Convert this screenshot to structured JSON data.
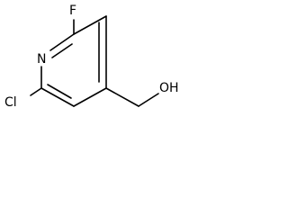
{
  "molecule": {
    "atoms": {
      "fluorine": "F",
      "nitrogen": "N",
      "chlorine": "Cl",
      "hydroxyl": "OH"
    }
  }
}
